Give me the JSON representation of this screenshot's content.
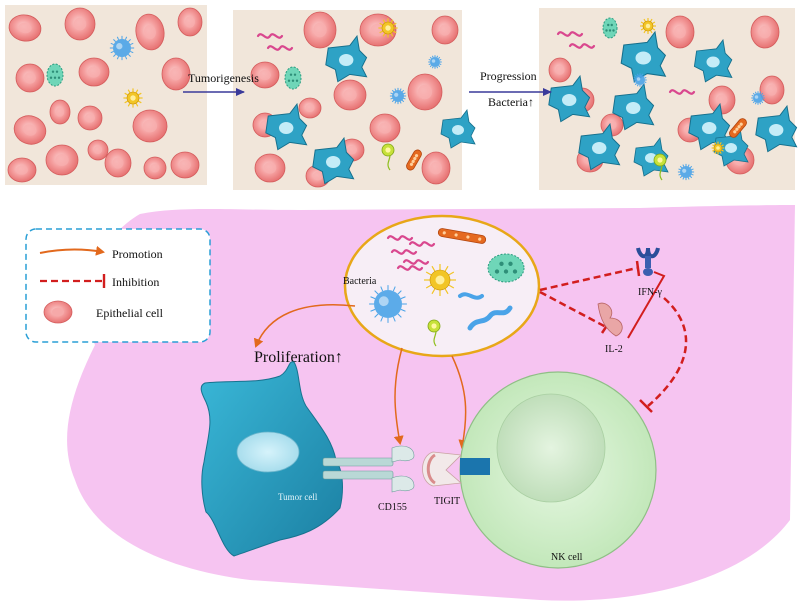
{
  "top_panels": {
    "arrow1_label": "Tumorigenesis",
    "arrow2_label_line1": "Progression",
    "arrow2_label_line2": "Bacteria↑"
  },
  "legend": {
    "promotion": "Promotion",
    "inhibition": "Inhibition",
    "epithelial": "Epithelial cell"
  },
  "mechanism": {
    "bacteria_label": "Bacteria",
    "proliferation_label": "Proliferation↑",
    "ifn_label": "IFN-γ",
    "il2_label": "IL-2",
    "tumor_cell_label": "Tumor cell",
    "cd155_label": "CD155",
    "tigit_label": "TIGIT",
    "nk_cell_label": "NK cell"
  },
  "colors": {
    "epithelial": "#f08585",
    "tumor": "#2fa7c9",
    "nk": "#cfeec9",
    "background_blob": "#f6c4f1",
    "promotion_arrow": "#e2691d",
    "inhibition": "#d21e1e",
    "legend_border": "#2a9fd6"
  }
}
